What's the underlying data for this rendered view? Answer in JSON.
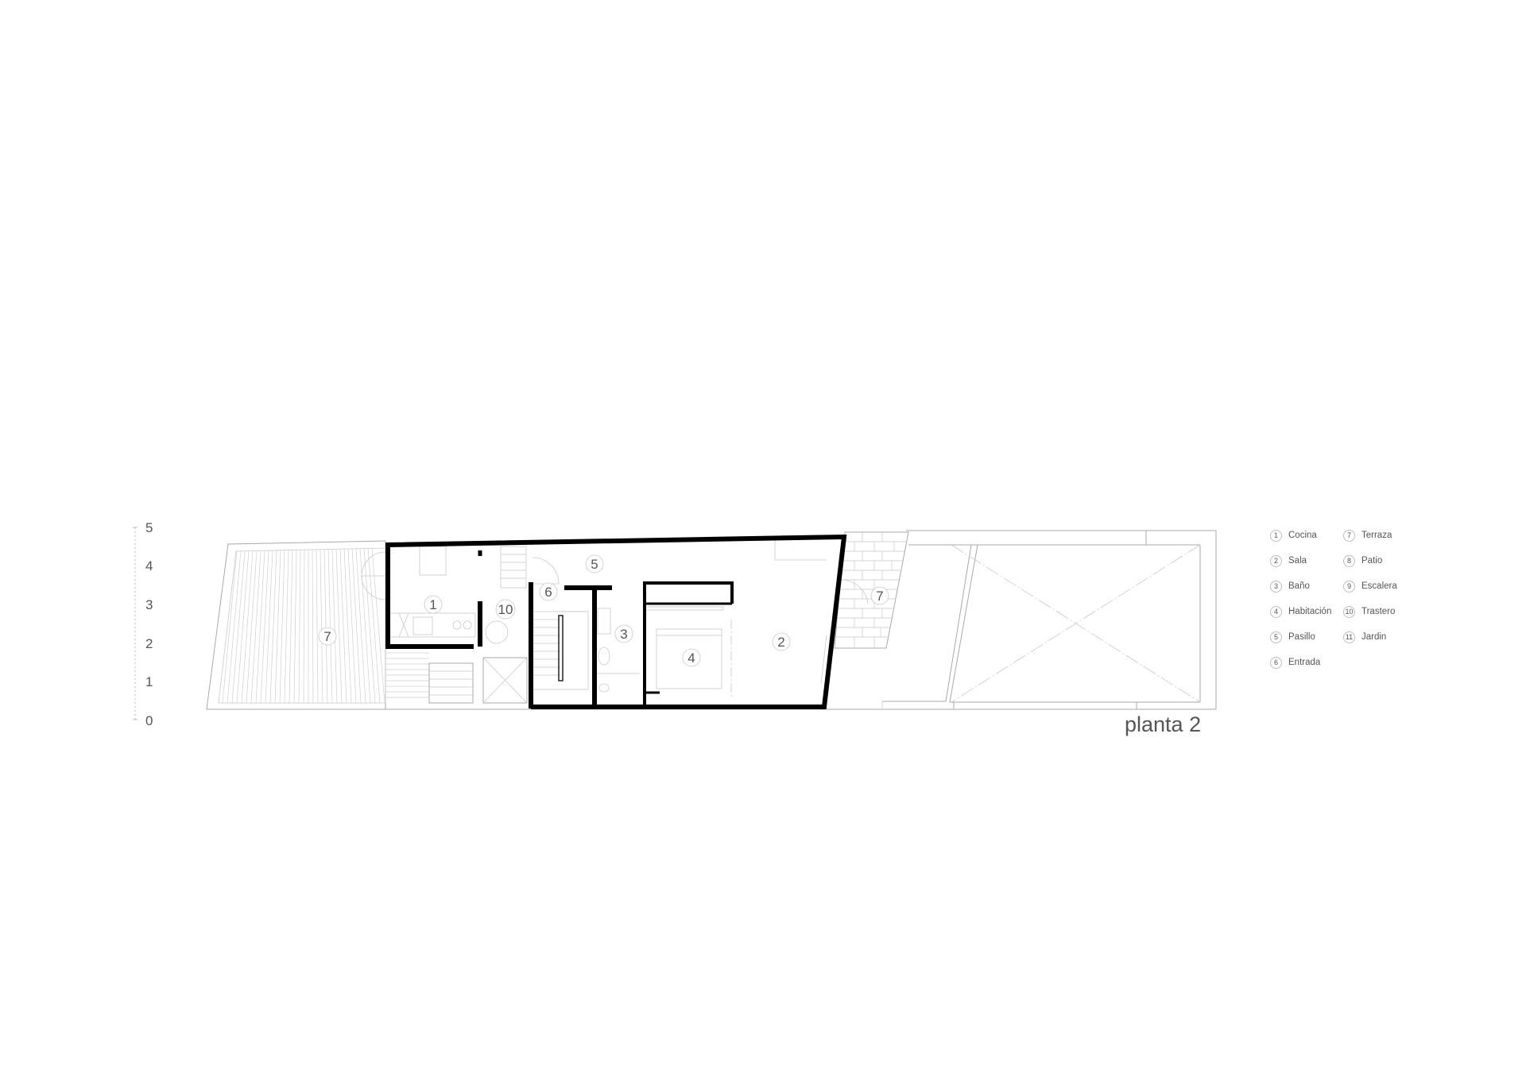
{
  "scale": {
    "ticks": [
      "5",
      "4",
      "3",
      "2",
      "1",
      "0"
    ]
  },
  "plan_title": "planta 2",
  "rooms_on_plan": [
    {
      "num": "1"
    },
    {
      "num": "10"
    },
    {
      "num": "6"
    },
    {
      "num": "5"
    },
    {
      "num": "3"
    },
    {
      "num": "4"
    },
    {
      "num": "2"
    },
    {
      "num": "7"
    },
    {
      "num": "7"
    }
  ],
  "legend": {
    "items": [
      {
        "num": "1",
        "name": "Cocina"
      },
      {
        "num": "2",
        "name": "Sala"
      },
      {
        "num": "3",
        "name": "Baño"
      },
      {
        "num": "4",
        "name": "Habitación"
      },
      {
        "num": "5",
        "name": "Pasillo"
      },
      {
        "num": "6",
        "name": "Entrada"
      },
      {
        "num": "7",
        "name": "Terraza"
      },
      {
        "num": "8",
        "name": "Patio"
      },
      {
        "num": "9",
        "name": "Escalera"
      },
      {
        "num": "10",
        "name": "Trastero"
      },
      {
        "num": "11",
        "name": "Jardin"
      }
    ]
  },
  "colors": {
    "wall": "#000000",
    "line": "#a9a9a9",
    "text": "#555555"
  }
}
